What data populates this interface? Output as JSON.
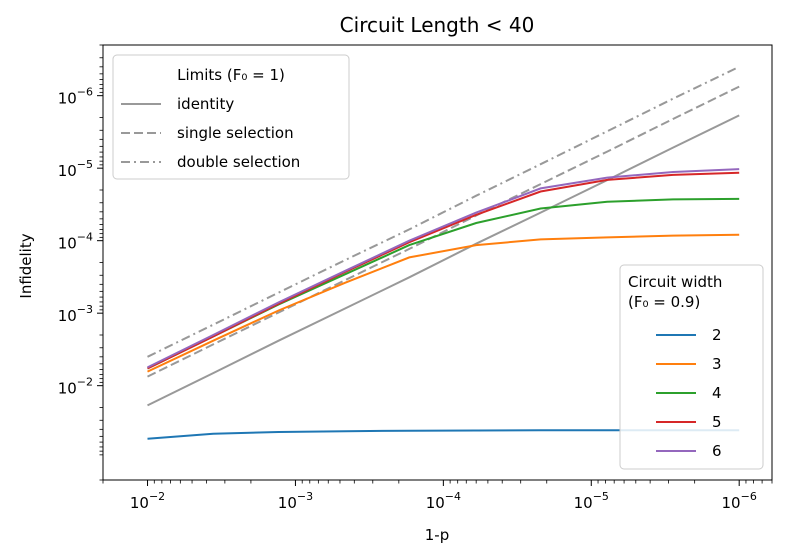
{
  "chart_data": {
    "type": "line",
    "title": "Circuit Length < 40",
    "xlabel": "1-p",
    "ylabel": "Infidelity",
    "x_scale": "log",
    "y_scale": "log",
    "x_inverted": true,
    "y_inverted": true,
    "xlim": [
      0.02,
      6e-07
    ],
    "ylim": [
      0.2,
      2e-07
    ],
    "x_tick_values": [
      0.01,
      0.001,
      0.0001,
      1e-05,
      1e-06
    ],
    "x_tick_labels": [
      {
        "base": "10",
        "exp": "−2"
      },
      {
        "base": "10",
        "exp": "−3"
      },
      {
        "base": "10",
        "exp": "−4"
      },
      {
        "base": "10",
        "exp": "−5"
      },
      {
        "base": "10",
        "exp": "−6"
      }
    ],
    "y_tick_values": [
      0.01,
      0.001,
      0.0001,
      1e-05,
      1e-06
    ],
    "y_tick_labels": [
      {
        "base": "10",
        "exp": "−2"
      },
      {
        "base": "10",
        "exp": "−3"
      },
      {
        "base": "10",
        "exp": "−4"
      },
      {
        "base": "10",
        "exp": "−5"
      },
      {
        "base": "10",
        "exp": "−6"
      }
    ],
    "grid": false,
    "x": [
      0.01,
      0.0036,
      0.0013,
      0.00046,
      0.00017,
      6e-05,
      2.2e-05,
      7.8e-06,
      2.8e-06,
      1e-06
    ],
    "limit_legend": {
      "title": "Limits (F₀ = 1)",
      "placement": "upper-left"
    },
    "width_legend": {
      "title_line1": "Circuit width",
      "title_line2": "(F₀ = 0.9)",
      "placement": "lower-right"
    },
    "limit_series": [
      {
        "name": "identity",
        "style": "solid",
        "color": "#999999",
        "values": [
          0.0187,
          0.0067,
          0.0024,
          0.00086,
          0.00032,
          0.00011,
          4.1e-05,
          1.46e-05,
          5.2e-06,
          1.87e-06
        ]
      },
      {
        "name": "single selection",
        "style": "dashed",
        "color": "#999999",
        "values": [
          0.0075,
          0.0027,
          0.00098,
          0.00035,
          0.00013,
          4.5e-05,
          1.66e-05,
          5.9e-06,
          2.1e-06,
          7.5e-07
        ]
      },
      {
        "name": "double selection",
        "style": "dashdot",
        "color": "#999999",
        "values": [
          0.004,
          0.00144,
          0.00052,
          0.000185,
          7e-05,
          2.4e-05,
          8.8e-06,
          3.1e-06,
          1.1e-06,
          4e-07
        ]
      }
    ],
    "width_series": [
      {
        "name": "2",
        "color": "#1f77b4",
        "values": [
          0.054,
          0.046,
          0.0435,
          0.0425,
          0.0418,
          0.0415,
          0.0413,
          0.0412,
          0.0412,
          0.0412
        ]
      },
      {
        "name": "3",
        "color": "#ff7f0e",
        "values": [
          0.0064,
          0.0024,
          0.00092,
          0.00038,
          0.00017,
          0.000115,
          9.6e-05,
          9e-05,
          8.5e-05,
          8.3e-05
        ]
      },
      {
        "name": "4",
        "color": "#2ca02c",
        "values": [
          0.0058,
          0.0021,
          0.00076,
          0.00029,
          0.000115,
          5.7e-05,
          3.6e-05,
          2.9e-05,
          2.7e-05,
          2.65e-05
        ]
      },
      {
        "name": "5",
        "color": "#d62728",
        "values": [
          0.0058,
          0.0021,
          0.00074,
          0.00027,
          0.000105,
          4.4e-05,
          2.1e-05,
          1.45e-05,
          1.24e-05,
          1.16e-05
        ]
      },
      {
        "name": "6",
        "color": "#9467bd",
        "values": [
          0.0056,
          0.002,
          0.00071,
          0.00026,
          0.0001,
          4.1e-05,
          1.9e-05,
          1.35e-05,
          1.13e-05,
          1.03e-05
        ]
      }
    ]
  }
}
